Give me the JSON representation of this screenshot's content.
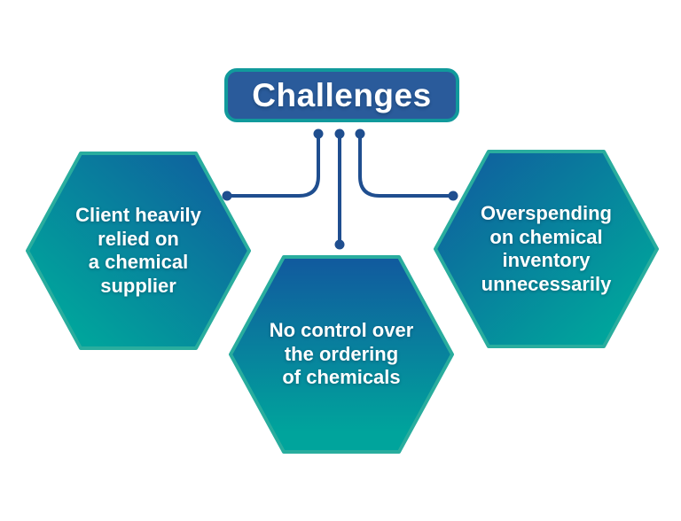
{
  "title": {
    "label": "Challenges"
  },
  "colors": {
    "canvas-bg": "#ffffff",
    "title-box-fill": "#2a5b9b",
    "title-box-border": "#119a9c",
    "hexagon-border": "#29ad9e",
    "hexagon-gradient-blue": "#11599e",
    "hexagon-gradient-teal": "#00a49c",
    "connector-line": "#1f4e8f",
    "text-color": "#ffffff"
  },
  "hexagons": [
    {
      "name": "supplier-reliance",
      "lines": [
        "Client heavily",
        "relied on",
        "a chemical",
        "supplier"
      ]
    },
    {
      "name": "ordering-control",
      "lines": [
        "No control over",
        "the ordering",
        "of chemicals"
      ]
    },
    {
      "name": "overspending",
      "lines": [
        "Overspending",
        "on chemical",
        "inventory",
        "unnecessarily"
      ]
    }
  ]
}
